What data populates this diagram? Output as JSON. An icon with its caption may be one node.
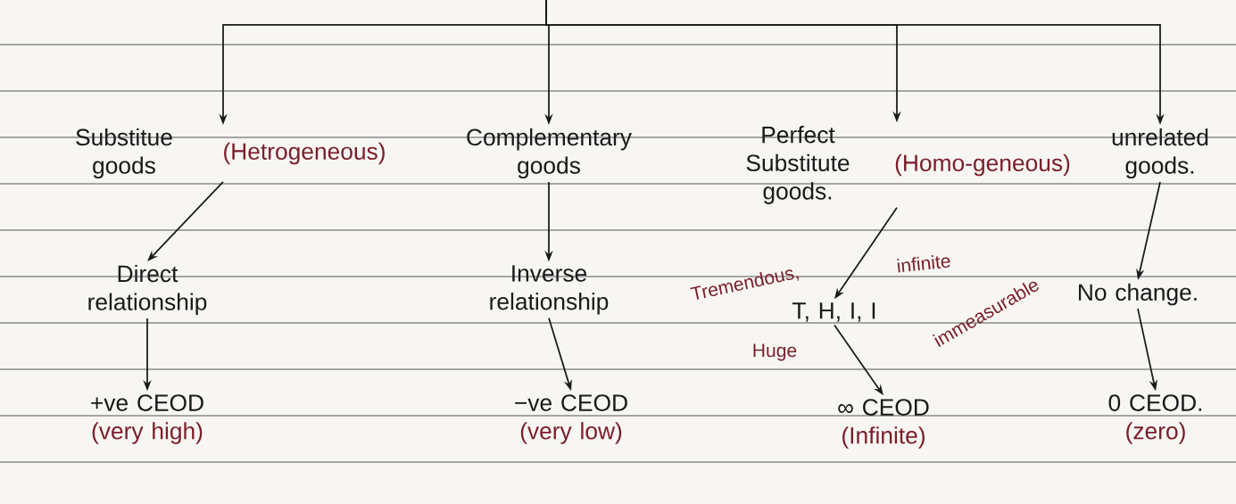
{
  "diagram": {
    "nodes": [
      {
        "text": [
          "Substitue goods",
          "(Hetrogeneous)"
        ]
      },
      {
        "text": [
          "Complementary goods"
        ]
      },
      {
        "text": [
          "Perfect Substitute goods.",
          "(Homo-geneous)"
        ]
      },
      {
        "text": [
          "unrelated goods."
        ]
      },
      {
        "text": [
          "Direct relationship"
        ]
      },
      {
        "text": [
          "Inverse relationship"
        ]
      },
      {
        "text": [
          "T, H, I, I"
        ],
        "beside": [
          "Tremendous,",
          "infinite",
          "Huge",
          "immeasurable"
        ]
      },
      {
        "text": [
          "No change."
        ]
      },
      {
        "text": [
          "+ve CEOD",
          "(very high)"
        ]
      },
      {
        "text": [
          "−ve CEOD",
          "(very low)"
        ]
      },
      {
        "text": [
          "∞ CEOD",
          "(Infinite)"
        ]
      },
      {
        "text": [
          "0 CEOD.",
          "(zero)"
        ]
      }
    ],
    "edges": [
      {
        "from": null,
        "to": 0,
        "arrow": "to"
      },
      {
        "from": null,
        "to": 1,
        "arrow": "to"
      },
      {
        "from": null,
        "to": 2,
        "arrow": "to"
      },
      {
        "from": null,
        "to": 3,
        "arrow": "to"
      },
      {
        "from": 0,
        "to": 4,
        "arrow": "to"
      },
      {
        "from": 1,
        "to": 5,
        "arrow": "to"
      },
      {
        "from": 2,
        "to": 6,
        "arrow": "to"
      },
      {
        "from": 3,
        "to": 7,
        "arrow": "to"
      },
      {
        "from": 4,
        "to": 8,
        "arrow": "to"
      },
      {
        "from": 5,
        "to": 9,
        "arrow": "to"
      },
      {
        "from": 6,
        "to": 10,
        "arrow": "to"
      },
      {
        "from": 7,
        "to": 11,
        "arrow": "to"
      }
    ]
  }
}
